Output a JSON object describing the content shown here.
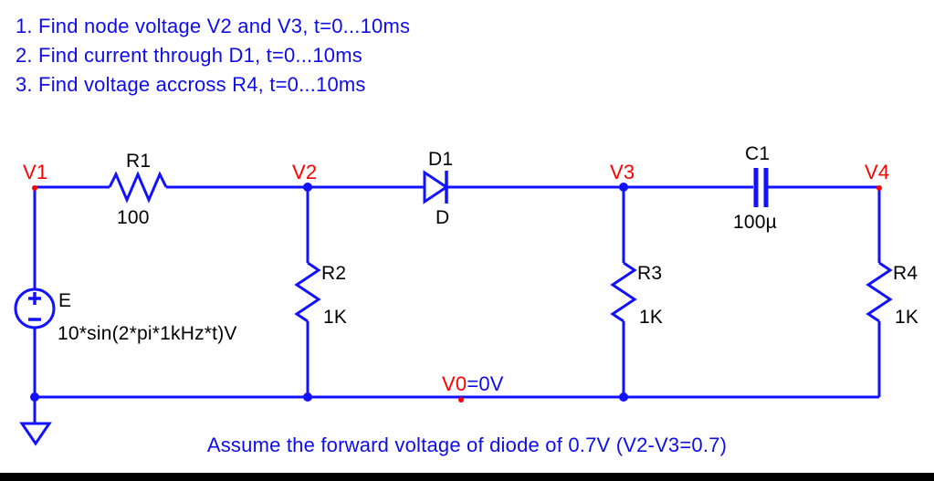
{
  "tasks": [
    "1. Find node voltage V2 and V3, t=0...10ms",
    "2. Find current through D1, t=0...10ms",
    "3. Find voltage accross R4, t=0...10ms"
  ],
  "schematic": {
    "node_labels": {
      "v1": "V1",
      "v2": "V2",
      "v3": "V3",
      "v4": "V4"
    },
    "ground_node": {
      "name": "V0",
      "equation": "=0V"
    },
    "components": {
      "r1": {
        "name": "R1",
        "value": "100"
      },
      "r2": {
        "name": "R2",
        "value": "1K"
      },
      "r3": {
        "name": "R3",
        "value": "1K"
      },
      "r4": {
        "name": "R4",
        "value": "1K"
      },
      "d1": {
        "name": "D1",
        "value": "D"
      },
      "c1": {
        "name": "C1",
        "value": "100µ"
      },
      "e": {
        "name": "E",
        "value": "10*sin(2*pi*1kHz*t)V"
      }
    },
    "note": "Assume the forward voltage of diode of 0.7V (V2-V3=0.7)"
  },
  "colors": {
    "wire_blue": "#1212ff",
    "text_blue": "#0d0de8",
    "node_red": "#ff0000",
    "label_black": "#000000",
    "background": "#ffffff",
    "bottom_bar": "#000000"
  }
}
